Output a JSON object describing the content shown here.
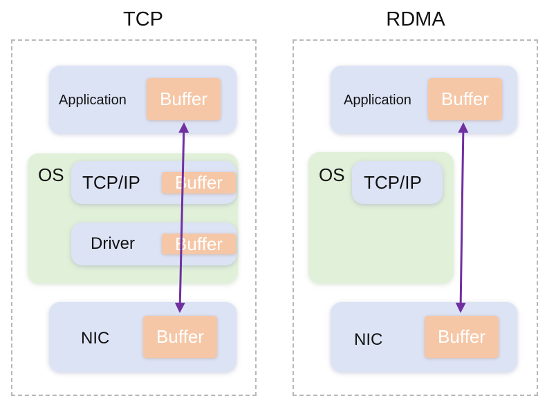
{
  "tcp": {
    "title": "TCP",
    "application_label": "Application",
    "os_label": "OS",
    "tcpip_label": "TCP/IP",
    "driver_label": "Driver",
    "nic_label": "NIC",
    "buffer_label": "Buffer"
  },
  "rdma": {
    "title": "RDMA",
    "application_label": "Application",
    "os_label": "OS",
    "tcpip_label": "TCP/IP",
    "nic_label": "NIC",
    "buffer_label": "Buffer"
  },
  "colors": {
    "layer_blue": "#dce3f5",
    "os_green": "#e1f0d9",
    "buffer_orange": "#f5c7a7",
    "arrow_purple": "#7030a0"
  }
}
